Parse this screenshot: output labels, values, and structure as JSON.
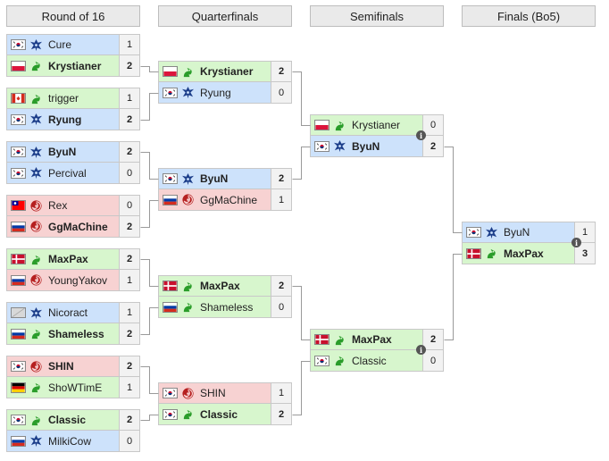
{
  "rounds": [
    {
      "label": "Round of 16"
    },
    {
      "label": "Quarterfinals"
    },
    {
      "label": "Semifinals"
    },
    {
      "label": "Finals (Bo5)"
    }
  ],
  "colors": {
    "terran": "#cde2fb",
    "zerg": "#f7d2d2",
    "protoss": "#d7f6cd",
    "connector": "#9a9a9a"
  },
  "matches": [
    {
      "round": 0,
      "slot": 0,
      "players": [
        {
          "name": "Cure",
          "flag": "kr",
          "race": "terran",
          "score": "1",
          "win": false
        },
        {
          "name": "Krystianer",
          "flag": "pl",
          "race": "protoss",
          "score": "2",
          "win": true
        }
      ]
    },
    {
      "round": 0,
      "slot": 1,
      "players": [
        {
          "name": "trigger",
          "flag": "ca",
          "race": "protoss",
          "score": "1",
          "win": false
        },
        {
          "name": "Ryung",
          "flag": "kr",
          "race": "terran",
          "score": "2",
          "win": true
        }
      ]
    },
    {
      "round": 0,
      "slot": 2,
      "players": [
        {
          "name": "ByuN",
          "flag": "kr",
          "race": "terran",
          "score": "2",
          "win": true
        },
        {
          "name": "Percival",
          "flag": "kr",
          "race": "terran",
          "score": "0",
          "win": false
        }
      ]
    },
    {
      "round": 0,
      "slot": 3,
      "players": [
        {
          "name": "Rex",
          "flag": "tw",
          "race": "zerg",
          "score": "0",
          "win": false
        },
        {
          "name": "GgMaChine",
          "flag": "ru",
          "race": "zerg",
          "score": "2",
          "win": true
        }
      ]
    },
    {
      "round": 0,
      "slot": 4,
      "players": [
        {
          "name": "MaxPax",
          "flag": "dk",
          "race": "protoss",
          "score": "2",
          "win": true
        },
        {
          "name": "YoungYakov",
          "flag": "ru",
          "race": "zerg",
          "score": "1",
          "win": false
        }
      ]
    },
    {
      "round": 0,
      "slot": 5,
      "players": [
        {
          "name": "Nicoract",
          "flag": "none",
          "race": "terran",
          "score": "1",
          "win": false
        },
        {
          "name": "Shameless",
          "flag": "ru",
          "race": "protoss",
          "score": "2",
          "win": true
        }
      ]
    },
    {
      "round": 0,
      "slot": 6,
      "players": [
        {
          "name": "SHIN",
          "flag": "kr",
          "race": "zerg",
          "score": "2",
          "win": true
        },
        {
          "name": "ShoWTimE",
          "flag": "de",
          "race": "protoss",
          "score": "1",
          "win": false
        }
      ]
    },
    {
      "round": 0,
      "slot": 7,
      "players": [
        {
          "name": "Classic",
          "flag": "kr",
          "race": "protoss",
          "score": "2",
          "win": true
        },
        {
          "name": "MilkiCow",
          "flag": "ru",
          "race": "terran",
          "score": "0",
          "win": false
        }
      ]
    },
    {
      "round": 1,
      "slot": 0,
      "players": [
        {
          "name": "Krystianer",
          "flag": "pl",
          "race": "protoss",
          "score": "2",
          "win": true
        },
        {
          "name": "Ryung",
          "flag": "kr",
          "race": "terran",
          "score": "0",
          "win": false
        }
      ]
    },
    {
      "round": 1,
      "slot": 1,
      "players": [
        {
          "name": "ByuN",
          "flag": "kr",
          "race": "terran",
          "score": "2",
          "win": true
        },
        {
          "name": "GgMaChine",
          "flag": "ru",
          "race": "zerg",
          "score": "1",
          "win": false
        }
      ]
    },
    {
      "round": 1,
      "slot": 2,
      "players": [
        {
          "name": "MaxPax",
          "flag": "dk",
          "race": "protoss",
          "score": "2",
          "win": true
        },
        {
          "name": "Shameless",
          "flag": "ru",
          "race": "protoss",
          "score": "0",
          "win": false
        }
      ]
    },
    {
      "round": 1,
      "slot": 3,
      "players": [
        {
          "name": "SHIN",
          "flag": "kr",
          "race": "zerg",
          "score": "1",
          "win": false
        },
        {
          "name": "Classic",
          "flag": "kr",
          "race": "protoss",
          "score": "2",
          "win": true
        }
      ]
    },
    {
      "round": 2,
      "slot": 0,
      "players": [
        {
          "name": "Krystianer",
          "flag": "pl",
          "race": "protoss",
          "score": "0",
          "win": false
        },
        {
          "name": "ByuN",
          "flag": "kr",
          "race": "terran",
          "score": "2",
          "win": true
        }
      ]
    },
    {
      "round": 2,
      "slot": 1,
      "players": [
        {
          "name": "MaxPax",
          "flag": "dk",
          "race": "protoss",
          "score": "2",
          "win": true
        },
        {
          "name": "Classic",
          "flag": "kr",
          "race": "protoss",
          "score": "0",
          "win": false
        }
      ]
    },
    {
      "round": 3,
      "slot": 0,
      "players": [
        {
          "name": "ByuN",
          "flag": "kr",
          "race": "terran",
          "score": "1",
          "win": false
        },
        {
          "name": "MaxPax",
          "flag": "dk",
          "race": "protoss",
          "score": "3",
          "win": true
        }
      ]
    }
  ],
  "info_icon_label": "i"
}
